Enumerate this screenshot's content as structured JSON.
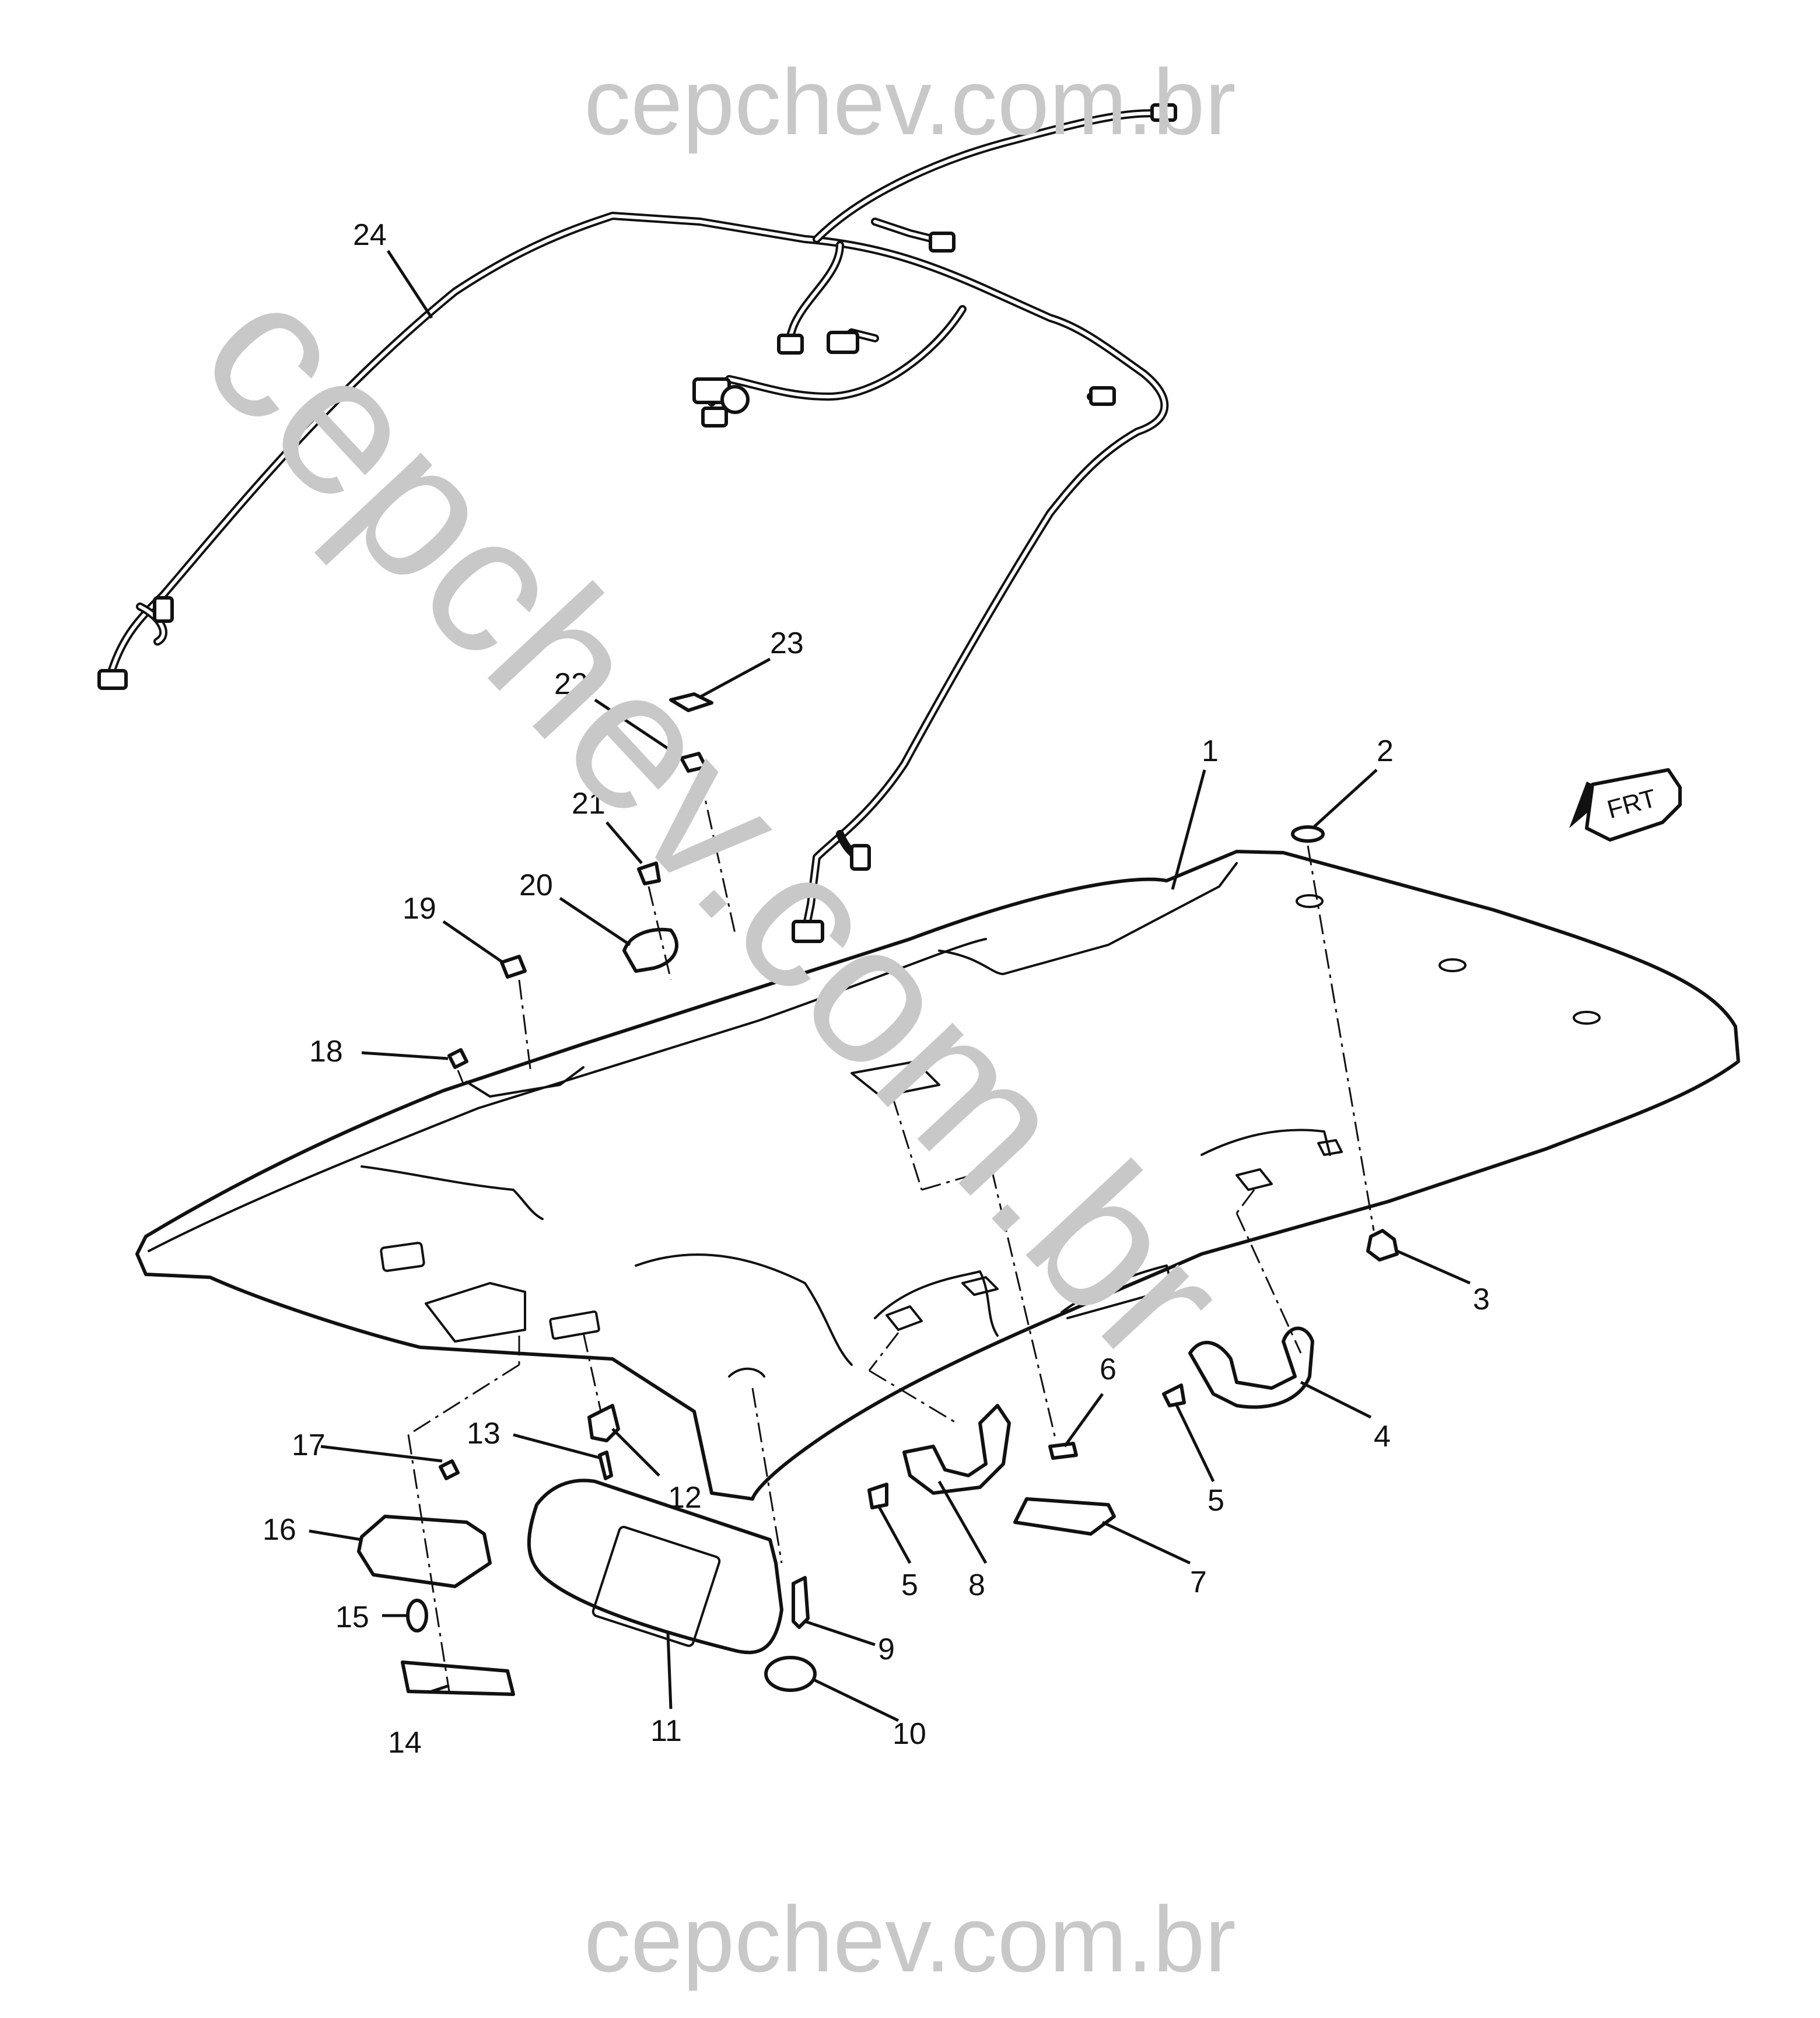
{
  "watermark": {
    "top": "cepchev.com.br",
    "bottom": "cepchev.com.br",
    "diagonal": "cepchev.com.br"
  },
  "orientation_label": "FRT",
  "callouts": [
    {
      "id": "1",
      "label": "1"
    },
    {
      "id": "2",
      "label": "2"
    },
    {
      "id": "3",
      "label": "3"
    },
    {
      "id": "4",
      "label": "4"
    },
    {
      "id": "5a",
      "label": "5"
    },
    {
      "id": "5b",
      "label": "5"
    },
    {
      "id": "6",
      "label": "6"
    },
    {
      "id": "7",
      "label": "7"
    },
    {
      "id": "8",
      "label": "8"
    },
    {
      "id": "9",
      "label": "9"
    },
    {
      "id": "10",
      "label": "10"
    },
    {
      "id": "11",
      "label": "11"
    },
    {
      "id": "12",
      "label": "12"
    },
    {
      "id": "13",
      "label": "13"
    },
    {
      "id": "14",
      "label": "14"
    },
    {
      "id": "15",
      "label": "15"
    },
    {
      "id": "16",
      "label": "16"
    },
    {
      "id": "17",
      "label": "17"
    },
    {
      "id": "18",
      "label": "18"
    },
    {
      "id": "19",
      "label": "19"
    },
    {
      "id": "20",
      "label": "20"
    },
    {
      "id": "21",
      "label": "21"
    },
    {
      "id": "22",
      "label": "22"
    },
    {
      "id": "23",
      "label": "23"
    },
    {
      "id": "24",
      "label": "24"
    }
  ]
}
